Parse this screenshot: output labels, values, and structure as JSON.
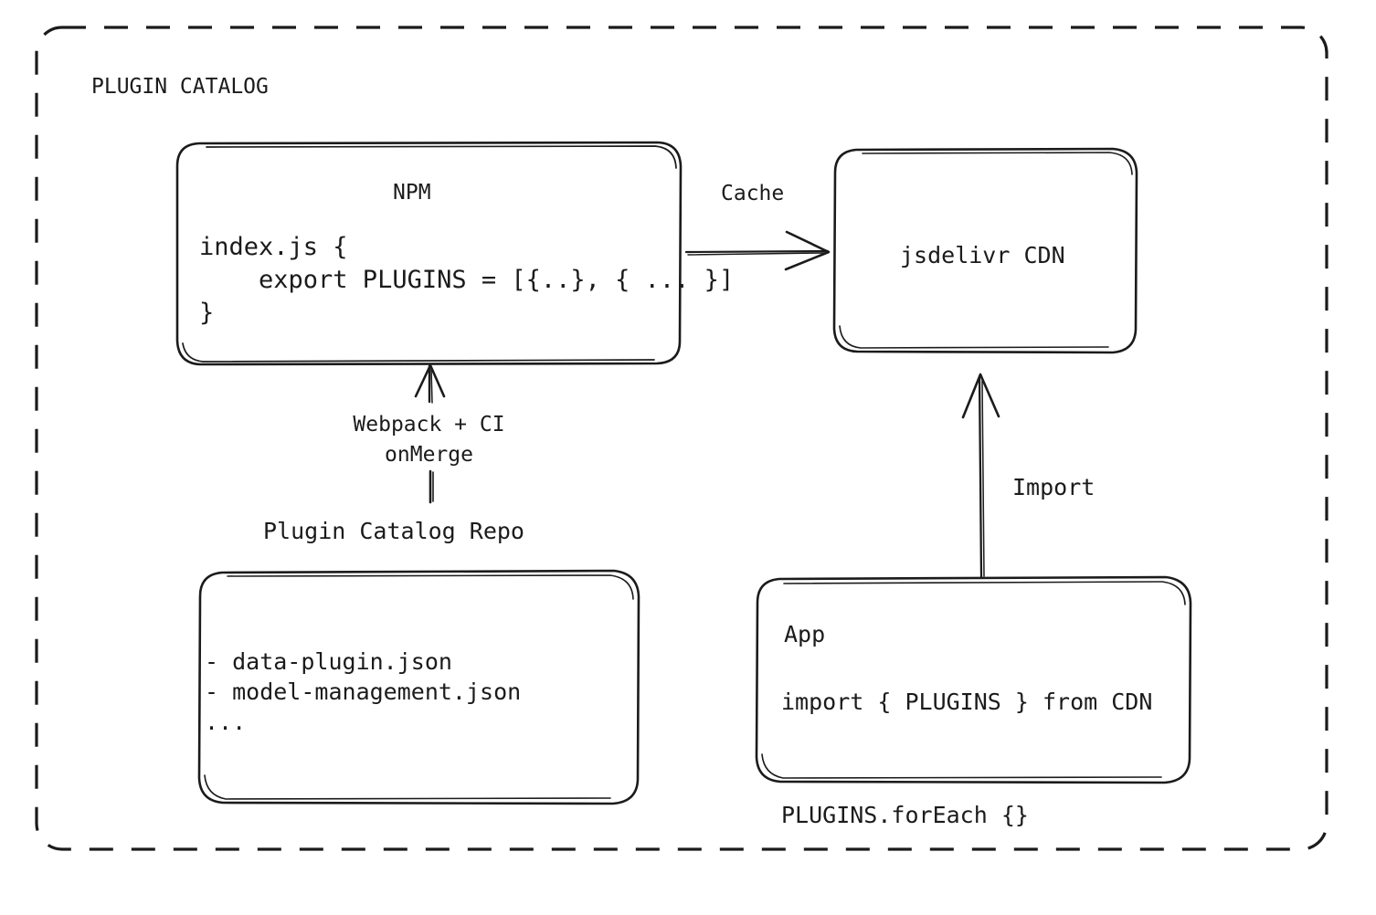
{
  "diagram": {
    "title": "PLUGIN CATALOG",
    "background_color": "#ffffff",
    "stroke_color": "#1b1b1b",
    "nodes": {
      "npm": {
        "title": "NPM",
        "code_lines": [
          "index.js {",
          "    export PLUGINS = [{..}, { ... }]",
          "}"
        ],
        "code_block": "index.js {\n    export PLUGINS = [{..}, { ... }]\n}"
      },
      "cdn": {
        "title": "jsdelivr CDN"
      },
      "repo": {
        "label": "Plugin Catalog Repo",
        "lines": [
          "- data-plugin.json",
          "- model-management.json",
          "..."
        ],
        "code_block": "- data-plugin.json\n- model-management.json\n..."
      },
      "app": {
        "title": "App",
        "lines": [
          "import { PLUGINS } from CDN",
          "PLUGINS.forEach {}"
        ],
        "code_block": "import { PLUGINS } from CDN\n\nPLUGINS.forEach {}"
      }
    },
    "edges": {
      "npm_to_cdn": {
        "label": "Cache",
        "from": "npm",
        "to": "cdn"
      },
      "repo_to_npm": {
        "label": "Webpack + CI\nonMerge",
        "label_line_1": "Webpack + CI",
        "label_line_2": "onMerge",
        "from": "repo",
        "to": "npm"
      },
      "app_to_cdn": {
        "label": "Import",
        "from": "app",
        "to": "cdn"
      }
    }
  }
}
